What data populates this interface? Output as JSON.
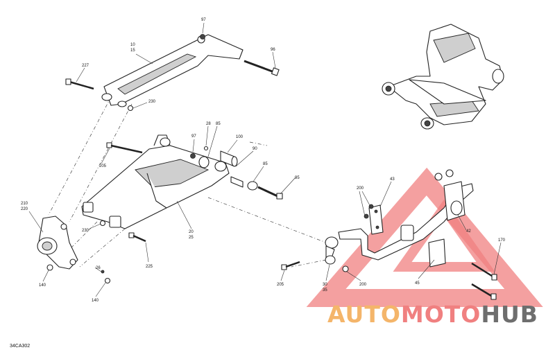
{
  "diagram": {
    "figure_id": "34CA302",
    "callouts": {
      "c97a": "97",
      "c10": "10",
      "c15": "15",
      "c96": "96",
      "c227": "227",
      "c230a": "230",
      "c97b": "97",
      "c28": "28",
      "c85a": "85",
      "c100": "100",
      "c90": "90",
      "c85b": "85",
      "c95": "95",
      "c205a": "205",
      "c210": "210",
      "c220": "220",
      "c230b": "230",
      "c20": "20",
      "c25": "25",
      "c225": "225",
      "c26": "26",
      "c140a": "140",
      "c140b": "140",
      "c205b": "205",
      "c30": "30",
      "c35": "35",
      "c200a": "200",
      "c200b": "200",
      "c43": "43",
      "c42": "42",
      "c170": "170",
      "c45": "45"
    }
  },
  "watermark": {
    "part1": "AUTO",
    "part2": "MOTO",
    "part3": "HUB",
    "color_primary": "#f4b56a",
    "color_secondary": "#f08080",
    "color_tertiary": "#6e6e6e"
  }
}
